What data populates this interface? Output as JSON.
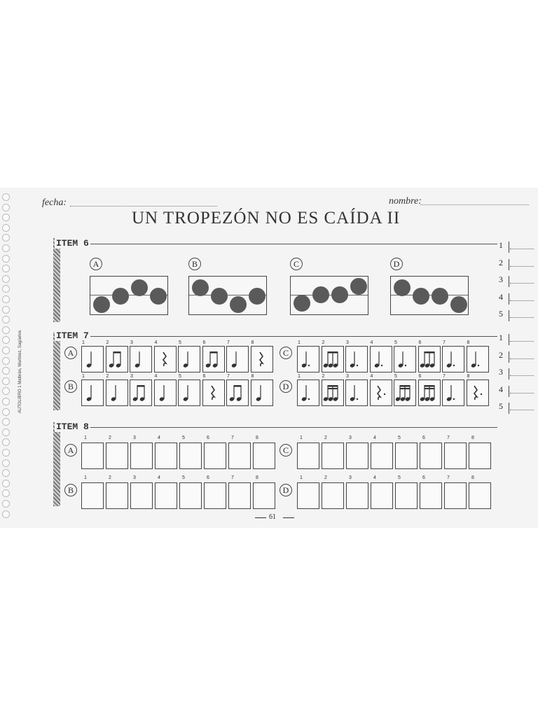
{
  "header": {
    "fecha_label": "fecha:",
    "nombre_label": "nombre:",
    "title": "UN TROPEZÓN NO ES CAÍDA II"
  },
  "side_text": "AUTOLIBRO 1 Malbrán, Martínez, Sagüelve.",
  "answers_item6": [
    "1",
    "2",
    "3",
    "4",
    "5"
  ],
  "answers_item7": [
    "1",
    "2",
    "3",
    "4",
    "5"
  ],
  "item6": {
    "label": "ITEM 6",
    "options": [
      {
        "letter": "A",
        "dots": [
          -1,
          0,
          1,
          0
        ]
      },
      {
        "letter": "B",
        "dots": [
          1,
          0,
          -1,
          0
        ]
      },
      {
        "letter": "C",
        "dots": [
          -1,
          0,
          0,
          1
        ]
      },
      {
        "letter": "D",
        "dots": [
          1,
          0,
          0,
          -1
        ]
      }
    ]
  },
  "item7": {
    "label": "ITEM 7",
    "rows": [
      {
        "letter": "A",
        "cells": [
          "q",
          "ee",
          "q",
          "qr",
          "q",
          "ee",
          "q",
          "qr"
        ]
      },
      {
        "letter": "B",
        "cells": [
          "q",
          "q",
          "ee",
          "q",
          "q",
          "qr",
          "ee",
          "q"
        ]
      },
      {
        "letter": "C",
        "cells": [
          "dq",
          "eee",
          "dq",
          "dq",
          "dq",
          "eee",
          "dq",
          "dq"
        ]
      },
      {
        "letter": "D",
        "cells": [
          "dq",
          "ttt",
          "dq",
          "dqr",
          "ttt",
          "ttt",
          "dq",
          "dqr"
        ]
      }
    ]
  },
  "item8": {
    "label": "ITEM 8",
    "rows": [
      "A",
      "B",
      "C",
      "D"
    ]
  },
  "box_numbers": [
    "1",
    "2",
    "3",
    "4",
    "5",
    "6",
    "7",
    "8"
  ],
  "page_number": "61"
}
